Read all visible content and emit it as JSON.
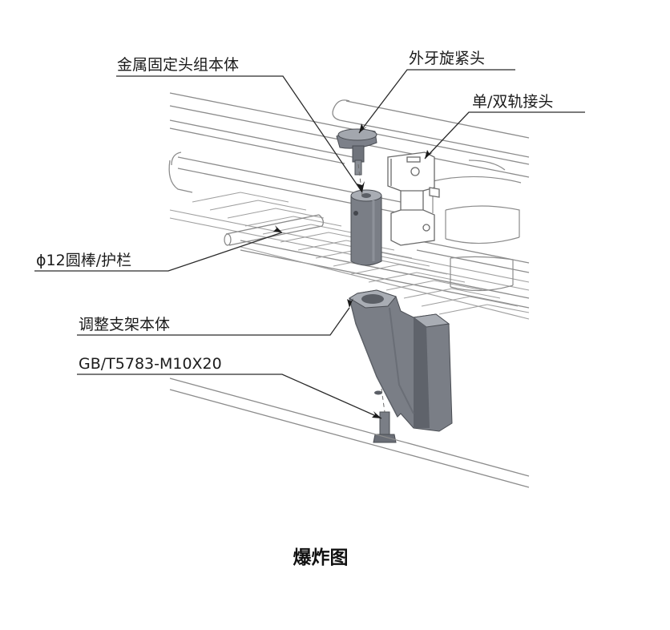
{
  "labels": {
    "metal_head": "金属固定头组本体",
    "outer_thread_knob": "外牙旋紧头",
    "rail_connector": "单/双轨接头",
    "rod_guardrail": "ϕ12圆棒/护栏",
    "adjust_bracket": "调整支架本体",
    "bolt_standard": "GB/T5783-M10X20"
  },
  "caption": "爆炸图",
  "colors": {
    "line": "#3a3a3a",
    "light_line": "#9a9a9a",
    "part_fill": "#7a7e86",
    "part_dark": "#5b5f66",
    "part_light": "#a9adb4"
  }
}
